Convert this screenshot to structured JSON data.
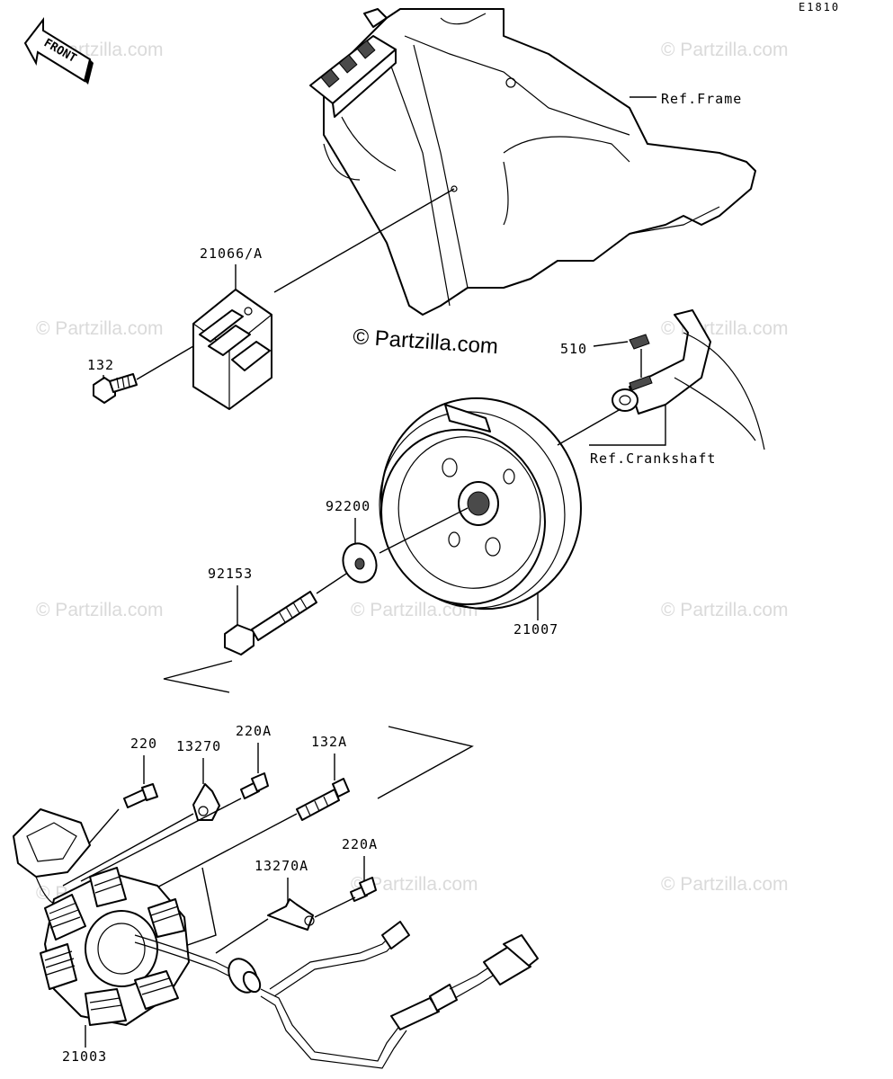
{
  "diagram_code": "E1810",
  "front_label": "FRONT",
  "watermark": "© Partzilla.com",
  "watermark_main": "© Partzilla.com",
  "labels": {
    "ref_frame": "Ref.Frame",
    "ref_crankshaft": "Ref.Crankshaft",
    "p21066a": "21066/A",
    "p132": "132",
    "p510": "510",
    "p92200": "92200",
    "p92153": "92153",
    "p21007": "21007",
    "p220": "220",
    "p13270": "13270",
    "p220a_top": "220A",
    "p132a": "132A",
    "p220a_mid": "220A",
    "p13270a": "13270A",
    "p21003": "21003"
  }
}
